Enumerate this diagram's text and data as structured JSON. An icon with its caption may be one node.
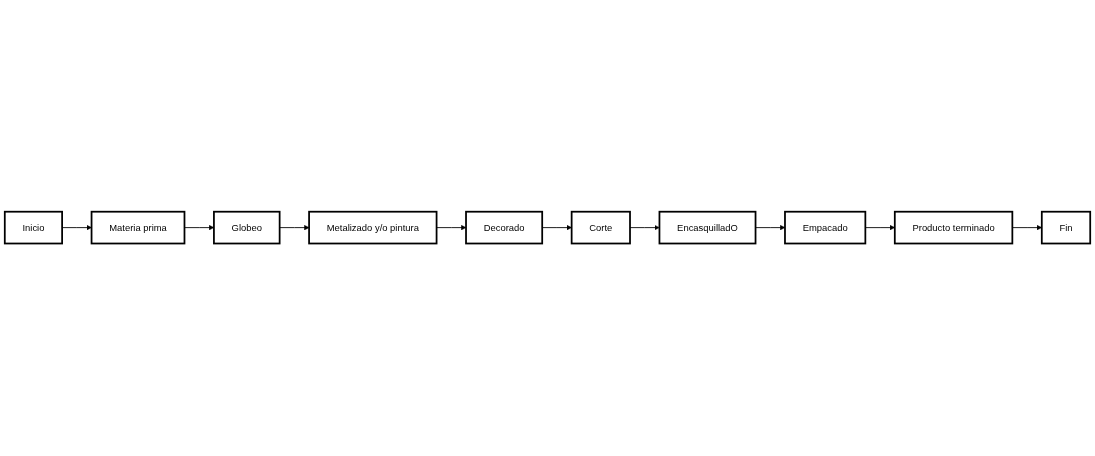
{
  "diagram": {
    "nodes": [
      {
        "text": [
          "Inicio"
        ]
      },
      {
        "text": [
          "Materia prima"
        ]
      },
      {
        "text": [
          "Globeo"
        ]
      },
      {
        "text": [
          "Metalizado y/o pintura"
        ]
      },
      {
        "text": [
          "Decorado"
        ]
      },
      {
        "text": [
          "Corte"
        ]
      },
      {
        "text": [
          "EncasquilladO"
        ]
      },
      {
        "text": [
          "Empacado"
        ]
      },
      {
        "text": [
          "Producto terminado"
        ]
      },
      {
        "text": [
          "Fin"
        ]
      }
    ],
    "edges": [
      {
        "from": 0,
        "to": 1,
        "arrow": "to"
      },
      {
        "from": 1,
        "to": 2,
        "arrow": "to"
      },
      {
        "from": 2,
        "to": 3,
        "arrow": "to"
      },
      {
        "from": 3,
        "to": 4,
        "arrow": "to"
      },
      {
        "from": 4,
        "to": 5,
        "arrow": "to"
      },
      {
        "from": 5,
        "to": 6,
        "arrow": "to"
      },
      {
        "from": 6,
        "to": 7,
        "arrow": "to"
      },
      {
        "from": 7,
        "to": 8,
        "arrow": "to"
      },
      {
        "from": 8,
        "to": 9,
        "arrow": "to"
      }
    ]
  }
}
